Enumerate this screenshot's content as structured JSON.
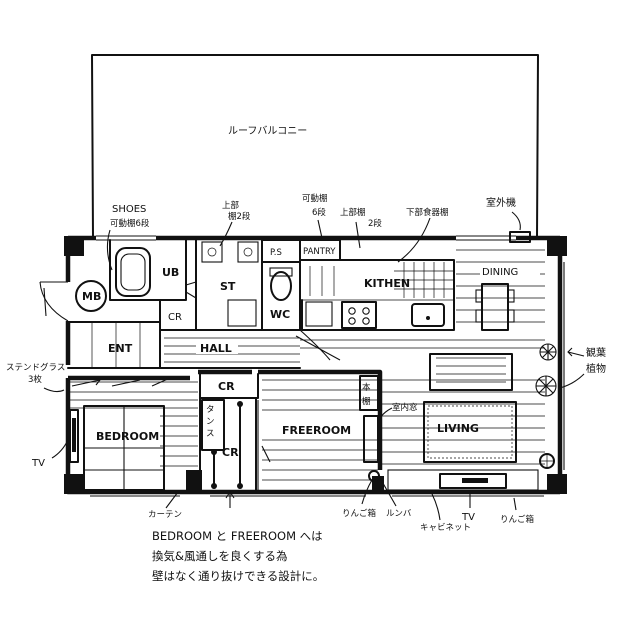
{
  "roof_balcony": "ルーフバルコニー",
  "rooms": {
    "mb": "MB",
    "ub": "UB",
    "st": "ST",
    "wc": "WC",
    "ps": "P.S",
    "pantry": "PANTRY",
    "kitchen": "KITHEN",
    "dining": "DINING",
    "cr_small": "CR",
    "ent": "ENT",
    "hall": "HALL",
    "cr_hall": "CR",
    "cr_closet": "CR",
    "tansu": "タンス",
    "bedroom": "BEDROOM",
    "freeroom": "FREEROOM",
    "living": "LIVING",
    "hondana": "本棚"
  },
  "callouts": {
    "shoes_1": "SHOES",
    "shoes_2": "可動棚6段",
    "upper_shelf_a_1": "上部",
    "upper_shelf_a_2": "棚2段",
    "movable_shelf_1": "可動棚",
    "movable_shelf_2": "6段",
    "upper_shelf_b_1": "上部棚",
    "upper_shelf_b_2": "2段",
    "lower_dish_shelf": "下部食器棚",
    "outdoor_unit": "室外機",
    "stained_glass_1": "ステンドグラス",
    "stained_glass_2": "3枚",
    "tv_left": "TV",
    "curtain": "カーテン",
    "apple_box_1": "りんご箱",
    "apple_box_2": "りんご箱",
    "lumba": "ルンバ",
    "cabinet": "キャビネット",
    "tv_bottom": "TV",
    "indoor_window": "室内窓",
    "plants_1": "観葉",
    "plants_2": "植物"
  },
  "note": {
    "line1": "BEDROOM と FREEROOM へは",
    "line2": "換気&風通しを良くする為",
    "line3": "壁はなく通り抜けできる設計に。"
  }
}
